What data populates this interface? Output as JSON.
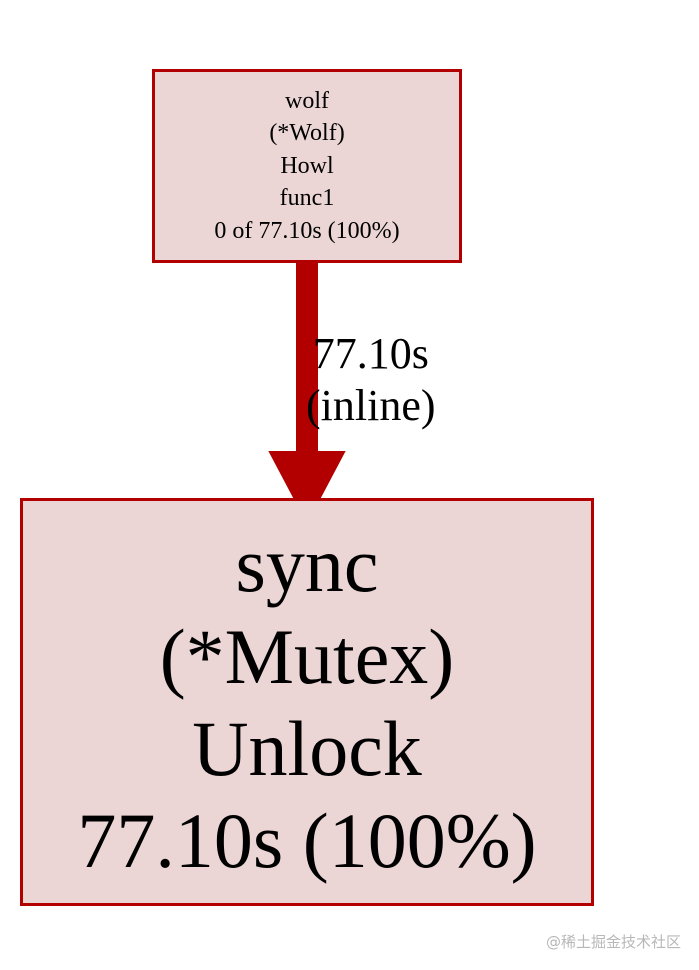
{
  "diagram": {
    "type": "pprof-call-graph",
    "colors": {
      "node_fill": "#ebd5d5",
      "node_border": "#b20000",
      "edge": "#b20000",
      "text": "#000000"
    },
    "nodes": [
      {
        "id": "caller",
        "lines": [
          "wolf",
          "(*Wolf)",
          "Howl",
          "func1",
          "0 of 77.10s (100%)"
        ]
      },
      {
        "id": "callee",
        "lines": [
          "sync",
          "(*Mutex)",
          "Unlock",
          "77.10s (100%)"
        ]
      }
    ],
    "edges": [
      {
        "from": "caller",
        "to": "callee",
        "label_lines": [
          "77.10s",
          "(inline)"
        ]
      }
    ]
  },
  "watermark": "@稀土掘金技术社区"
}
